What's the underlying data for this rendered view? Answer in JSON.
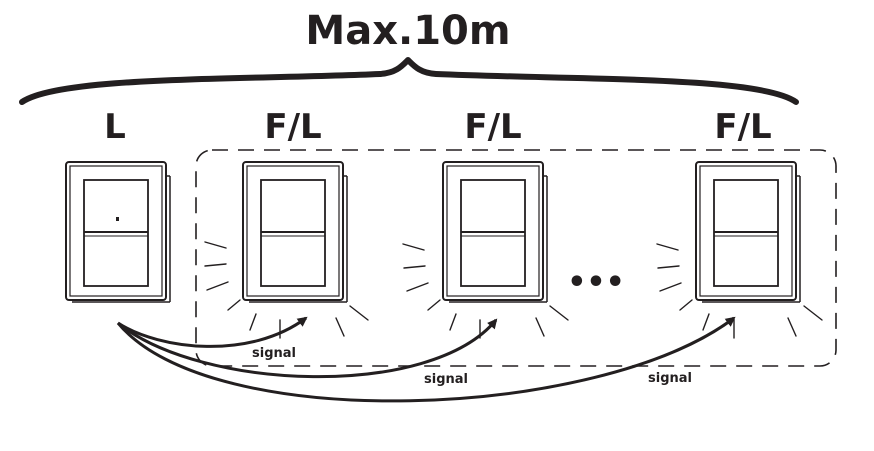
{
  "title": "Max.10m",
  "switches": [
    {
      "label": "L"
    },
    {
      "label": "F/L"
    },
    {
      "label": "F/L"
    },
    {
      "label": "F/L"
    }
  ],
  "ellipsis": "•••",
  "signals": [
    "signal",
    "signal",
    "signal"
  ],
  "colors": {
    "ink": "#231f20",
    "background": "#ffffff"
  }
}
